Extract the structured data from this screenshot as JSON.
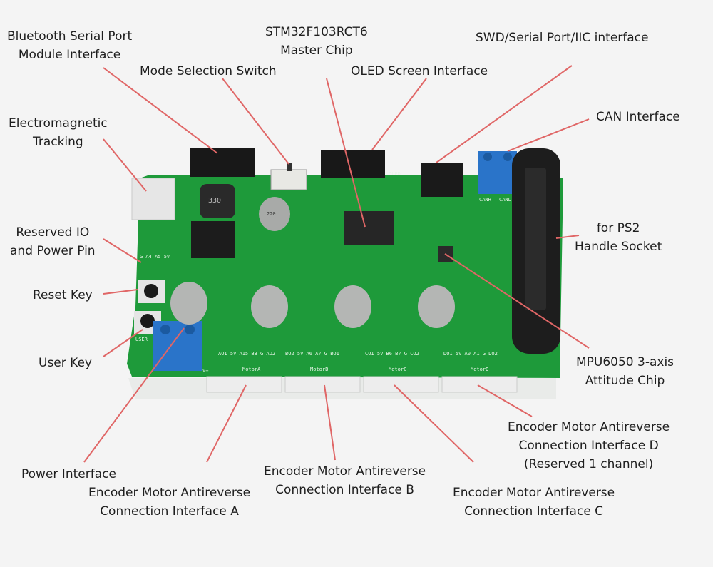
{
  "title": "STM32 Motor Driver Board Interface Diagram",
  "labels": {
    "bluetooth": [
      "Bluetooth Serial Port",
      "Module Interface"
    ],
    "master_chip": [
      "STM32F103RCT6",
      "Master Chip"
    ],
    "mode_switch": [
      "Mode Selection Switch"
    ],
    "oled": [
      "OLED Screen Interface"
    ],
    "swd": [
      "SWD/Serial Port/IIC interface"
    ],
    "can": [
      "CAN Interface"
    ],
    "em_tracking": [
      "Electromagnetic",
      "Tracking"
    ],
    "reserved_io": [
      "Reserved IO",
      "and Power Pin"
    ],
    "reset_key": [
      "Reset Key"
    ],
    "user_key": [
      "User Key"
    ],
    "ps2": [
      "for PS2",
      "Handle Socket"
    ],
    "mpu6050": [
      "MPU6050 3-axis",
      "Attitude Chip"
    ],
    "encoder_d": [
      "Encoder Motor Antireverse",
      "Connection Interface D",
      "(Reserved 1 channel)"
    ],
    "power": [
      "Power Interface"
    ],
    "encoder_a": [
      "Encoder Motor Antireverse",
      "Connection Interface A"
    ],
    "encoder_b": [
      "Encoder Motor Antireverse",
      "Connection Interface B"
    ],
    "encoder_c": [
      "Encoder Motor Antireverse",
      "Connection Interface C"
    ]
  },
  "silkscreen": {
    "motors": [
      "MotorA",
      "MotorB",
      "MotorC",
      "MotorD"
    ],
    "pins_a": "AO1 5V A15 B3 G AO2",
    "pins_b": "BO2 5V A6 A7 G BO1",
    "pins_c": "CO1 5V B6 B7 G CO2",
    "pins_d": "DO1 5V A0 A1 G DO2",
    "reserved_pins": "G A4 A5 5V",
    "inductor": "330",
    "cap": "220",
    "can_h": "CANH",
    "can_l": "CANL",
    "user": "USER",
    "oled": "OLED",
    "power": "V+"
  },
  "colors": {
    "leader": "#e06666",
    "pcb": "#1e9a3a",
    "terminal": "#2a74c9"
  }
}
